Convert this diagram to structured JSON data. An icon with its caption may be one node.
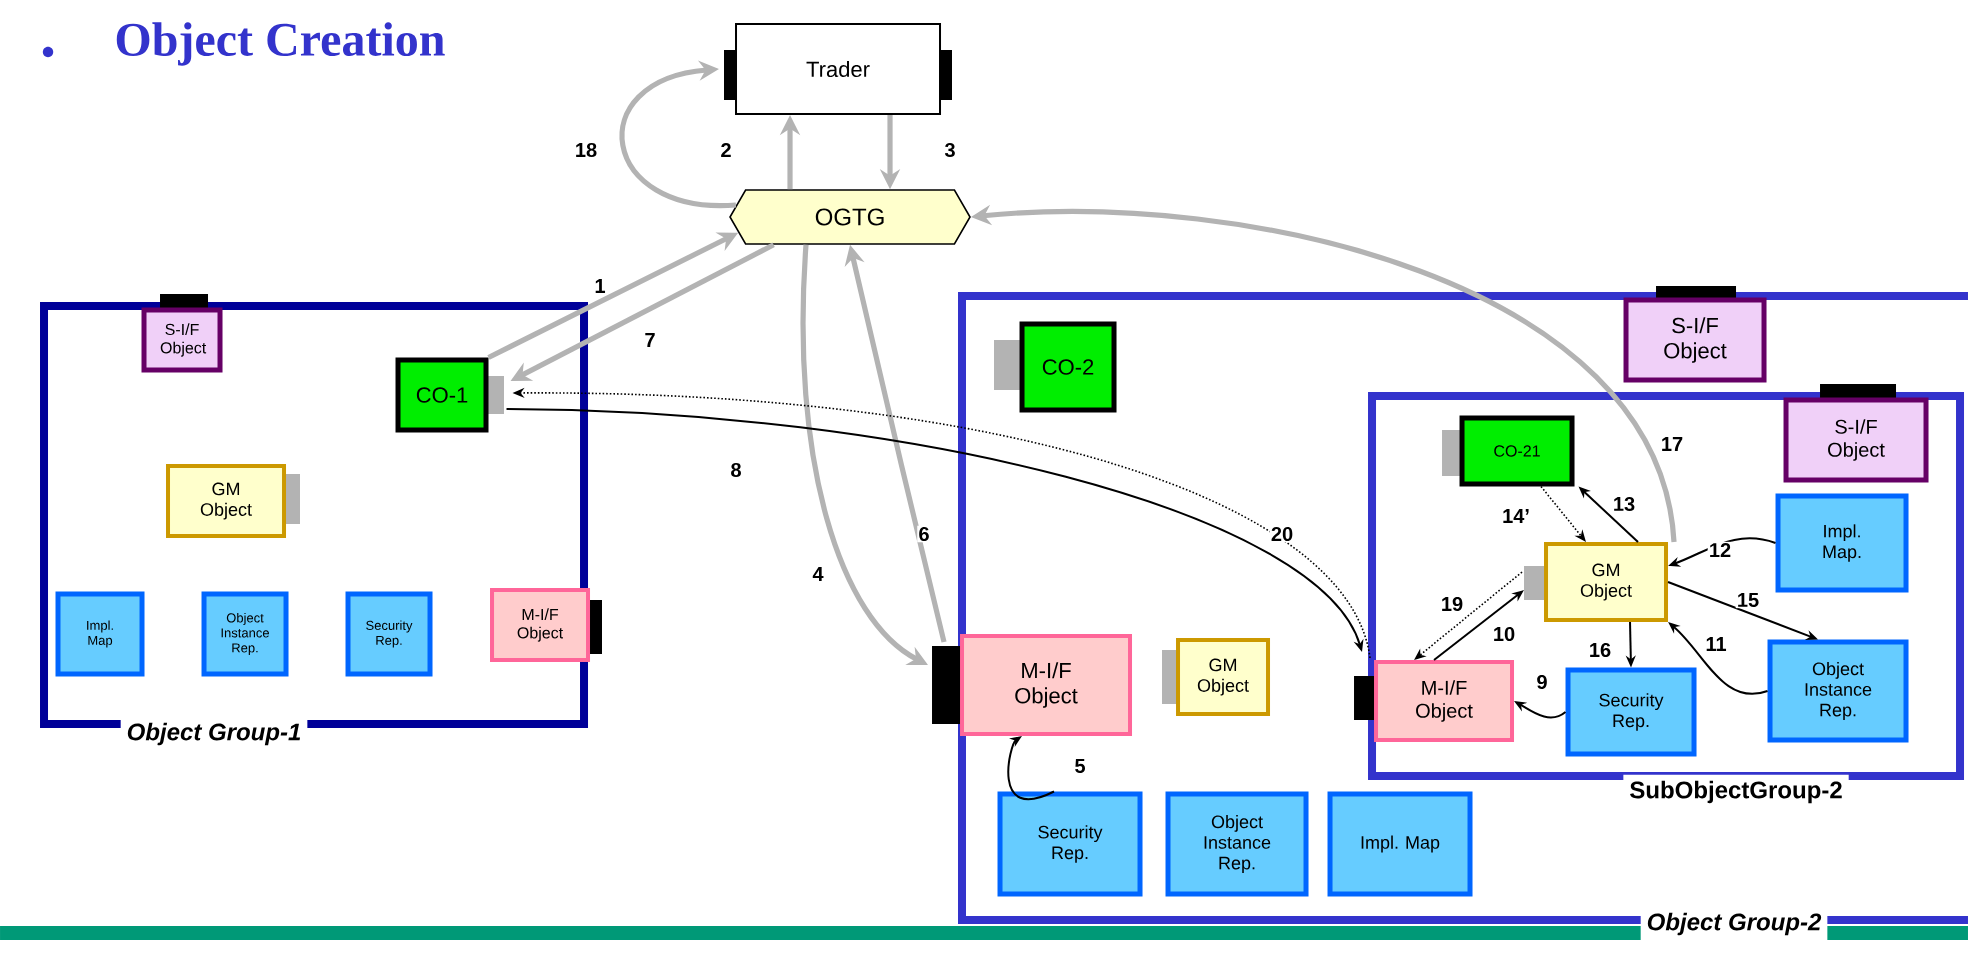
{
  "diagram": {
    "title": "Object Creation",
    "nodes": [
      {
        "text": [
          "Trader"
        ]
      },
      {
        "text": [
          "OGTG"
        ]
      },
      {
        "text": [
          "Object Group-1"
        ]
      },
      {
        "text": [
          "S-I/F Object"
        ],
        "in": 2
      },
      {
        "text": [
          "CO-1"
        ],
        "in": 2
      },
      {
        "text": [
          "GM Object"
        ],
        "in": 2
      },
      {
        "text": [
          "Impl. Map"
        ],
        "in": 2
      },
      {
        "text": [
          "Object Instance Rep."
        ],
        "in": 2
      },
      {
        "text": [
          "Security Rep."
        ],
        "in": 2
      },
      {
        "text": [
          "M-I/F Object"
        ],
        "in": 2
      },
      {
        "text": [
          "Object Group-2"
        ]
      },
      {
        "text": [
          "S-I/F Object"
        ],
        "in": 10
      },
      {
        "text": [
          "CO-2"
        ],
        "in": 10
      },
      {
        "text": [
          "M-I/F Object"
        ],
        "in": 10
      },
      {
        "text": [
          "GM Object"
        ],
        "in": 10
      },
      {
        "text": [
          "Security Rep."
        ],
        "in": 10
      },
      {
        "text": [
          "Object Instance Rep."
        ],
        "in": 10
      },
      {
        "text": [
          "Impl. Map"
        ],
        "in": 10
      },
      {
        "text": [
          "SubObjectGroup-2"
        ],
        "in": 10
      },
      {
        "text": [
          "S-I/F Object"
        ],
        "in": 18
      },
      {
        "text": [
          "CO-21"
        ],
        "in": 18
      },
      {
        "text": [
          "GM Object"
        ],
        "in": 18
      },
      {
        "text": [
          "Impl. Map."
        ],
        "in": 18
      },
      {
        "text": [
          "M-I/F Object"
        ],
        "in": 18
      },
      {
        "text": [
          "Security Rep."
        ],
        "in": 18
      },
      {
        "text": [
          "Object Instance Rep."
        ],
        "in": 18
      }
    ],
    "edges": [
      {
        "from": 4,
        "to": 1,
        "arrow": "to",
        "label": "1",
        "color": "#b3b3b3",
        "style": "thick"
      },
      {
        "from": 1,
        "to": 4,
        "arrow": "to",
        "label": "7",
        "color": "#b3b3b3",
        "style": "thick"
      },
      {
        "from": 1,
        "to": 0,
        "arrow": "to",
        "label": "2",
        "color": "#b3b3b3",
        "style": "thick"
      },
      {
        "from": 0,
        "to": 1,
        "arrow": "to",
        "label": "3",
        "color": "#b3b3b3",
        "style": "thick"
      },
      {
        "from": 1,
        "to": 0,
        "arrow": "to",
        "label": "18",
        "color": "#b3b3b3",
        "style": "thick"
      },
      {
        "from": 1,
        "to": 13,
        "arrow": "to",
        "label": "4",
        "color": "#b3b3b3",
        "style": "thick"
      },
      {
        "from": 13,
        "to": 1,
        "arrow": "to",
        "label": "6",
        "color": "#b3b3b3",
        "style": "thick"
      },
      {
        "from": 15,
        "to": 13,
        "arrow": "to",
        "label": "5"
      },
      {
        "from": 4,
        "to": 23,
        "arrow": "to",
        "label": "8"
      },
      {
        "from": 23,
        "to": 4,
        "arrow": "to",
        "label": "20",
        "style": "dashed"
      },
      {
        "from": 21,
        "to": 1,
        "arrow": "to",
        "label": "17",
        "color": "#b3b3b3",
        "style": "thick"
      },
      {
        "from": 21,
        "to": 20,
        "arrow": "to",
        "label": "13"
      },
      {
        "from": 20,
        "to": 21,
        "arrow": "to",
        "label": "14’",
        "style": "dashed"
      },
      {
        "from": 22,
        "to": 21,
        "arrow": "to",
        "label": "12"
      },
      {
        "from": 21,
        "to": 25,
        "arrow": "to",
        "label": "15"
      },
      {
        "from": 25,
        "to": 21,
        "arrow": "to",
        "label": "11"
      },
      {
        "from": 21,
        "to": 24,
        "arrow": "to",
        "label": "16"
      },
      {
        "from": 23,
        "to": 21,
        "arrow": "to",
        "label": "10"
      },
      {
        "from": 21,
        "to": 23,
        "arrow": "to",
        "label": "19",
        "style": "dashed"
      },
      {
        "from": 24,
        "to": 23,
        "arrow": "to",
        "label": "9"
      }
    ]
  }
}
